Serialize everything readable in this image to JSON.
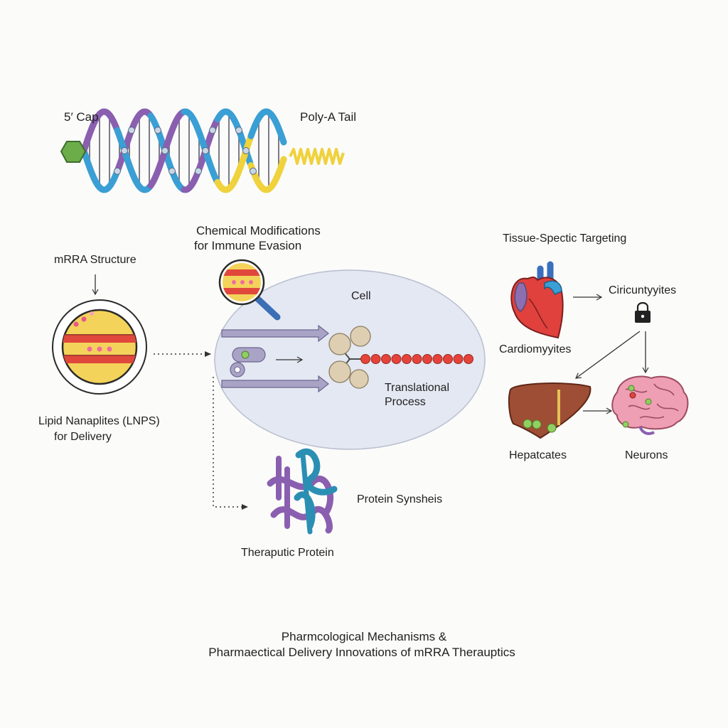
{
  "labels": {
    "cap": "5′ Cap",
    "polya": "Poly-A Tail",
    "chem_line1": "Chemical Modifications",
    "chem_line2": "for Immune Evasion",
    "mrna_structure": "mRRA Structure",
    "lnp_line1": "Lipid Nanaplites (LNPS)",
    "lnp_line2": "for Delivery",
    "cell": "Cell",
    "translational_line1": "Translational",
    "translational_line2": "Process",
    "protein_synthesis": "Protein Synsheis",
    "therapeutic_protein": "Theraputic Protein",
    "tissue_targeting": "Tissue-Spectic Targeting",
    "ciricuntyyites": "Ciricuntyyites",
    "cardiomyocytes": "Cardiomyyites",
    "hepatocytes": "Hepatcates",
    "neurons": "Neurons"
  },
  "caption": {
    "line1": "Pharmcological Mechanisms &",
    "line2": "Pharmaectical Delivery Innovations of mRRA Therauptics"
  },
  "icons": [
    "hexagon-cap-icon",
    "magnifier-icon",
    "lock-icon",
    "heart-icon",
    "liver-icon",
    "brain-icon",
    "ribosome-icon",
    "protein-helix-icon",
    "lipid-nanoparticle-icon"
  ],
  "colors": {
    "helix_blue": "#3a9fd4",
    "helix_purple": "#8a5fb0",
    "helix_yellow": "#efd23c",
    "cap_green": "#6cad4a",
    "stripe_red": "#e0483c",
    "lnp_yellow": "#f4d35a",
    "cell_fill": "#e4e8f2",
    "arrow_purple": "#9a90b8",
    "ribosome": "#decfb3",
    "chain_red": "#e5433a",
    "heart_red": "#e0413c",
    "liver_brown": "#9e4e35",
    "brain_pink": "#ef9fb3"
  }
}
